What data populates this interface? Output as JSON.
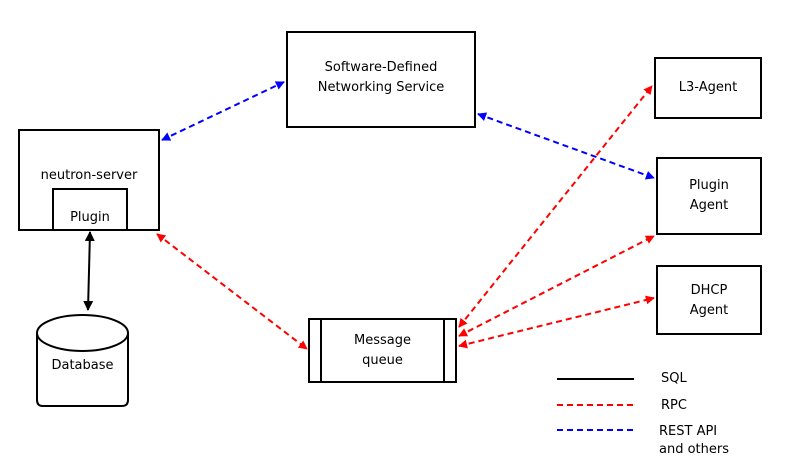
{
  "nodes": {
    "sdn_service": "Software-Defined\nNetworking Service",
    "neutron_server": "neutron-server",
    "plugin": "Plugin",
    "database": "Database",
    "message_queue": "Message\nqueue",
    "l3_agent": "L3-Agent",
    "plugin_agent": "Plugin\nAgent",
    "dhcp_agent": "DHCP\nAgent"
  },
  "legend": {
    "sql": "SQL",
    "rpc": "RPC",
    "rest": "REST API\nand others"
  },
  "colors": {
    "sql": "#000000",
    "rpc": "#ff0000",
    "rest": "#0000ff"
  }
}
